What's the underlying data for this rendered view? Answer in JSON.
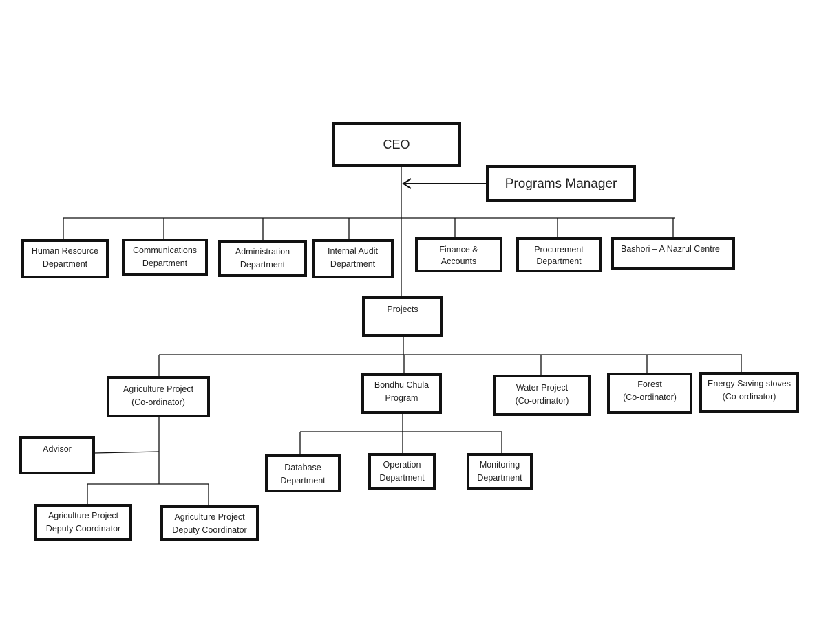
{
  "ceo": "CEO",
  "programs_manager": "Programs Manager",
  "departments": [
    {
      "line1": "Human Resource",
      "line2": "Department"
    },
    {
      "line1": "Communications",
      "line2": "Department"
    },
    {
      "line1": "Administration",
      "line2": "Department"
    },
    {
      "line1": "Internal Audit",
      "line2": "Department"
    },
    {
      "line1": "Finance &",
      "line2": "Accounts"
    },
    {
      "line1": "Procurement",
      "line2": "Department"
    },
    {
      "line1": "Bashori – A Nazrul Centre",
      "line2": ""
    }
  ],
  "projects": "Projects",
  "project_units": [
    {
      "line1": "Agriculture Project",
      "line2": "(Co-ordinator)"
    },
    {
      "line1": "Bondhu Chula",
      "line2": "Program"
    },
    {
      "line1": "Water Project",
      "line2": "(Co-ordinator)"
    },
    {
      "line1": "Forest",
      "line2": "(Co-ordinator)"
    },
    {
      "line1": "Energy Saving stoves",
      "line2": "(Co-ordinator)"
    }
  ],
  "bondhu_units": [
    {
      "line1": "Database",
      "line2": "Department"
    },
    {
      "line1": "Operation",
      "line2": "Department"
    },
    {
      "line1": "Monitoring",
      "line2": "Department"
    }
  ],
  "advisor": "Advisor",
  "deputies": [
    {
      "line1": "Agriculture Project",
      "line2": "Deputy Coordinator"
    },
    {
      "line1": "Agriculture Project",
      "line2": "Deputy Coordinator"
    }
  ]
}
